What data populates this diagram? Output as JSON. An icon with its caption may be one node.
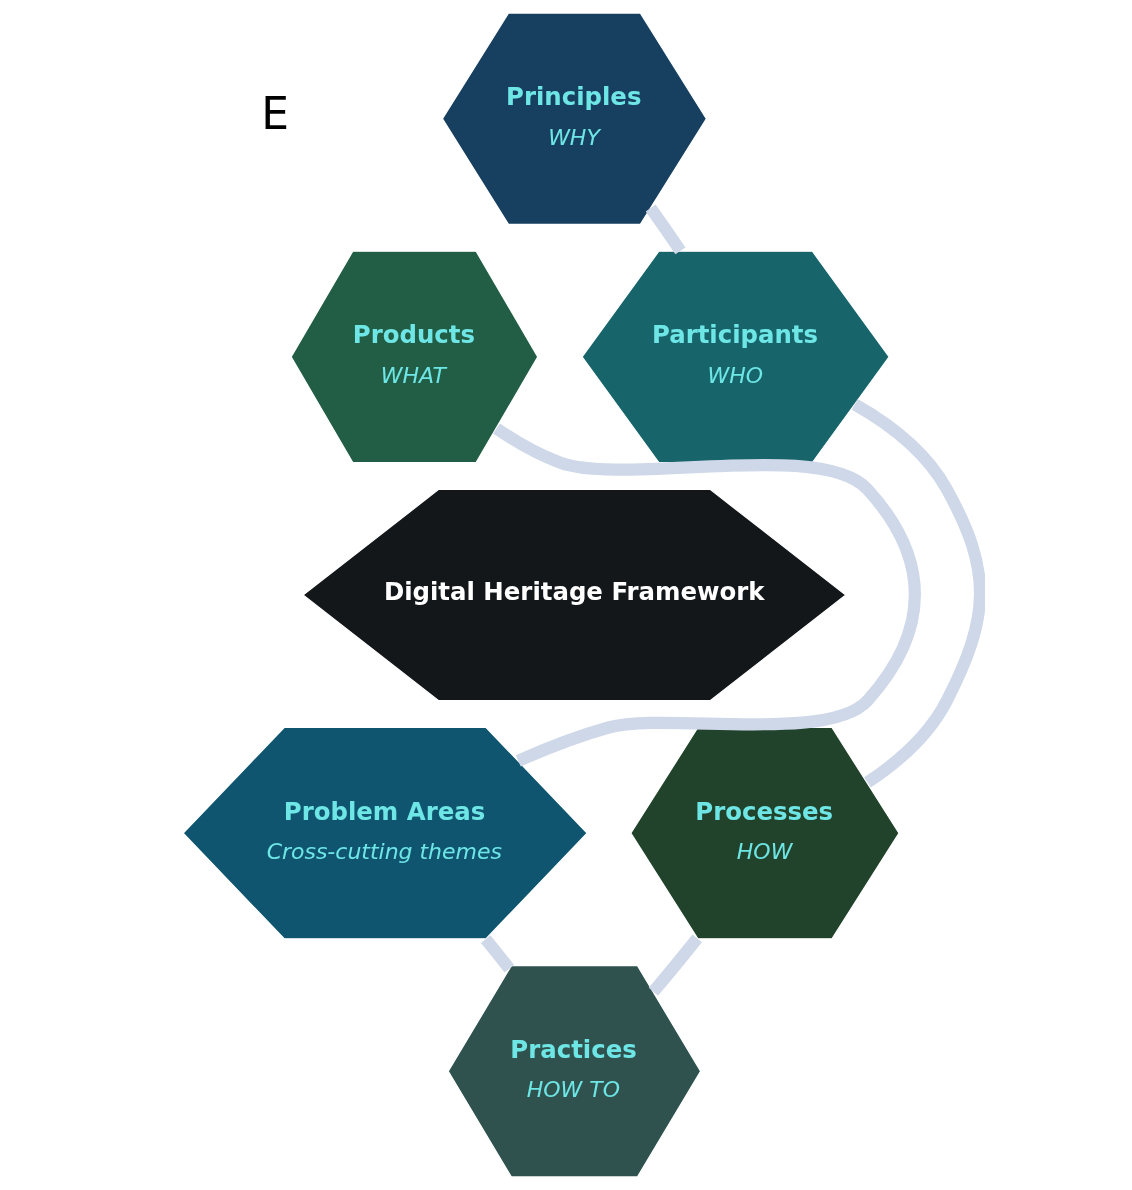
{
  "diagram": {
    "nodes": [
      {
        "text": [
          "Principles",
          "WHY"
        ]
      },
      {
        "text": [
          "Products",
          "WHAT"
        ]
      },
      {
        "text": [
          "Participants",
          "WHO"
        ]
      },
      {
        "text": [
          "Digital Heritage Framework"
        ]
      },
      {
        "text": [
          "Problem Areas",
          "Cross-cutting themes"
        ]
      },
      {
        "text": [
          "Processes",
          "HOW"
        ]
      },
      {
        "text": [
          "Practices",
          "HOW TO"
        ]
      }
    ],
    "edges": [
      {
        "from": 0,
        "to": 2,
        "arrow": "none"
      },
      {
        "from": 2,
        "to": 5,
        "arrow": "none"
      },
      {
        "from": 5,
        "to": 6,
        "arrow": "none"
      },
      {
        "from": 6,
        "to": 4,
        "arrow": "none"
      },
      {
        "from": 4,
        "to": 1,
        "arrow": "none"
      }
    ],
    "labels": [
      "E"
    ]
  }
}
